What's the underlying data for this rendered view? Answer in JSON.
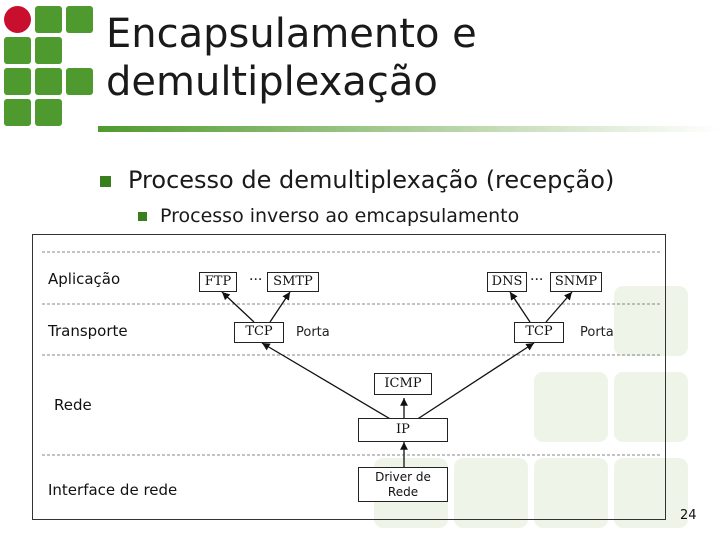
{
  "title": "Encapsulamento e demultiplexação",
  "title_lines": [
    "Encapsulamento e",
    "demultiplexação"
  ],
  "bullets": {
    "level1": "Processo de demultiplexação (recepção)",
    "level2": "Processo inverso ao emcapsulamento"
  },
  "layers": {
    "app": "Aplicação",
    "transport": "Transporte",
    "network": "Rede",
    "link": "Interface de rede"
  },
  "boxes": {
    "ftp": "FTP",
    "smtp": "SMTP",
    "dns": "DNS",
    "snmp": "SNMP",
    "tcp_left": "TCP",
    "tcp_right": "TCP",
    "icmp": "ICMP",
    "ip": "IP",
    "driver": "Driver de Rede"
  },
  "dots": "...",
  "porta_left": "Porta",
  "porta_right": "Porta",
  "page_number": "24",
  "colors": {
    "accent": "#3a7f1e",
    "logo_green": "#4f9a2e",
    "logo_red": "#c8102e"
  }
}
